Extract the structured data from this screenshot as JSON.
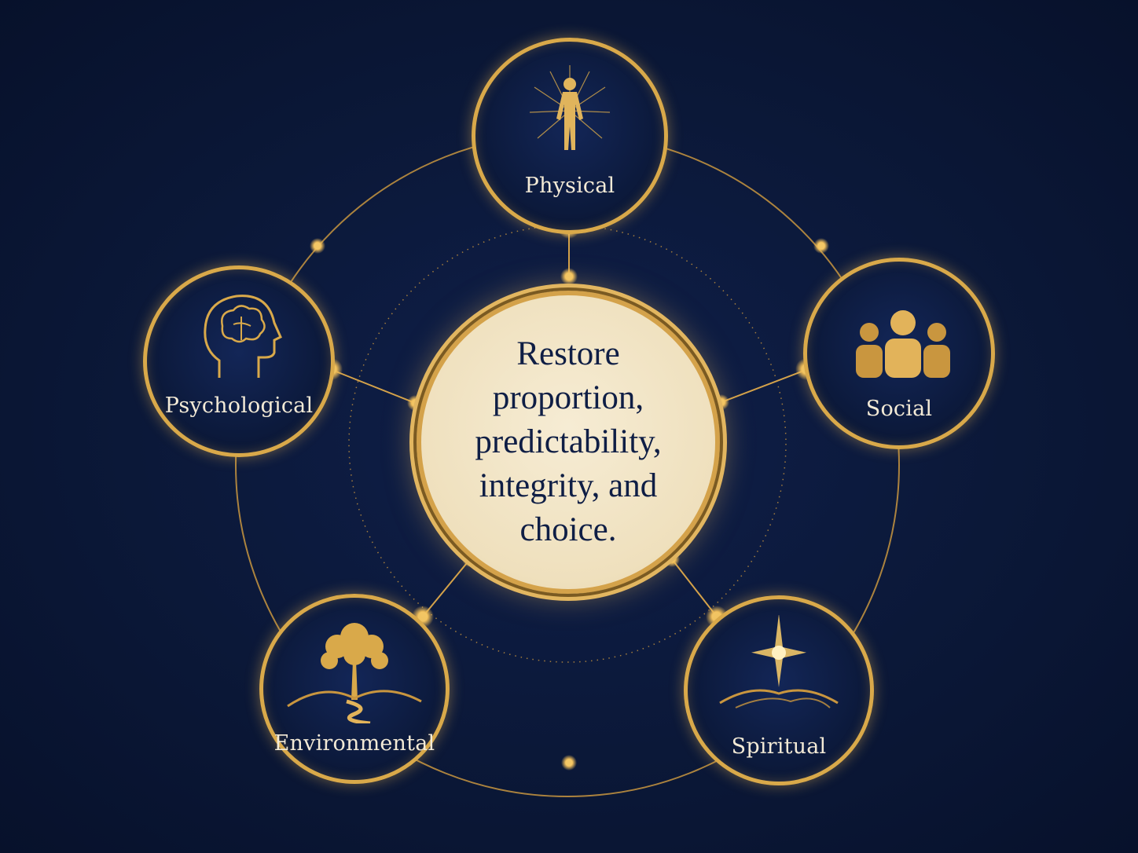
{
  "center": {
    "text": "Restore proportion, predictability, integrity, and choice."
  },
  "nodes": [
    {
      "label": "Physical",
      "icon": "human-figure-icon"
    },
    {
      "label": "Social",
      "icon": "people-group-icon"
    },
    {
      "label": "Spiritual",
      "icon": "star-over-hills-icon"
    },
    {
      "label": "Environmental",
      "icon": "tree-landscape-icon"
    },
    {
      "label": "Psychological",
      "icon": "head-brain-icon"
    }
  ],
  "colors": {
    "background": "#0b1838",
    "gold": "#d9a94a",
    "center_fill": "#f1e3c3",
    "center_text": "#0f1e45",
    "label_text": "#f3ead6"
  }
}
